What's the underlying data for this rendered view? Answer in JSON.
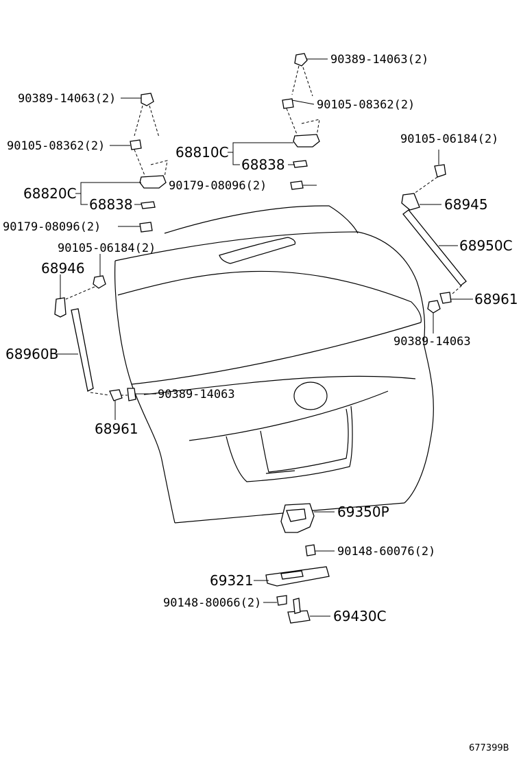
{
  "diagram": {
    "reference_code": "677399B",
    "labels": {
      "bolt_top_right": "90389-14063(2)",
      "screw_top_right": "90105-08362(2)",
      "bolt_top_left": "90389-14063(2)",
      "screw_top_left": "90105-08362(2)",
      "hinge_right": "68810C",
      "hinge_sub_right": "68838",
      "nut_right": "90179-08096(2)",
      "hinge_left": "68820C",
      "hinge_sub_left": "68838",
      "nut_left": "90179-08096(2)",
      "screw_left_mid": "90105-06184(2)",
      "bracket_left": "68946",
      "screw_right_top": "90105-06184(2)",
      "bracket_right": "68945",
      "stay_right": "68950C",
      "ball_right": "68961",
      "bolt_right_mid": "90389-14063",
      "stay_left": "68960B",
      "bolt_left_low": "90389-14063",
      "ball_left": "68961",
      "lock": "69350P",
      "lock_bolt": "90148-60076(2)",
      "cover": "69321",
      "striker_screw": "90148-80066(2)",
      "striker": "69430C"
    }
  }
}
